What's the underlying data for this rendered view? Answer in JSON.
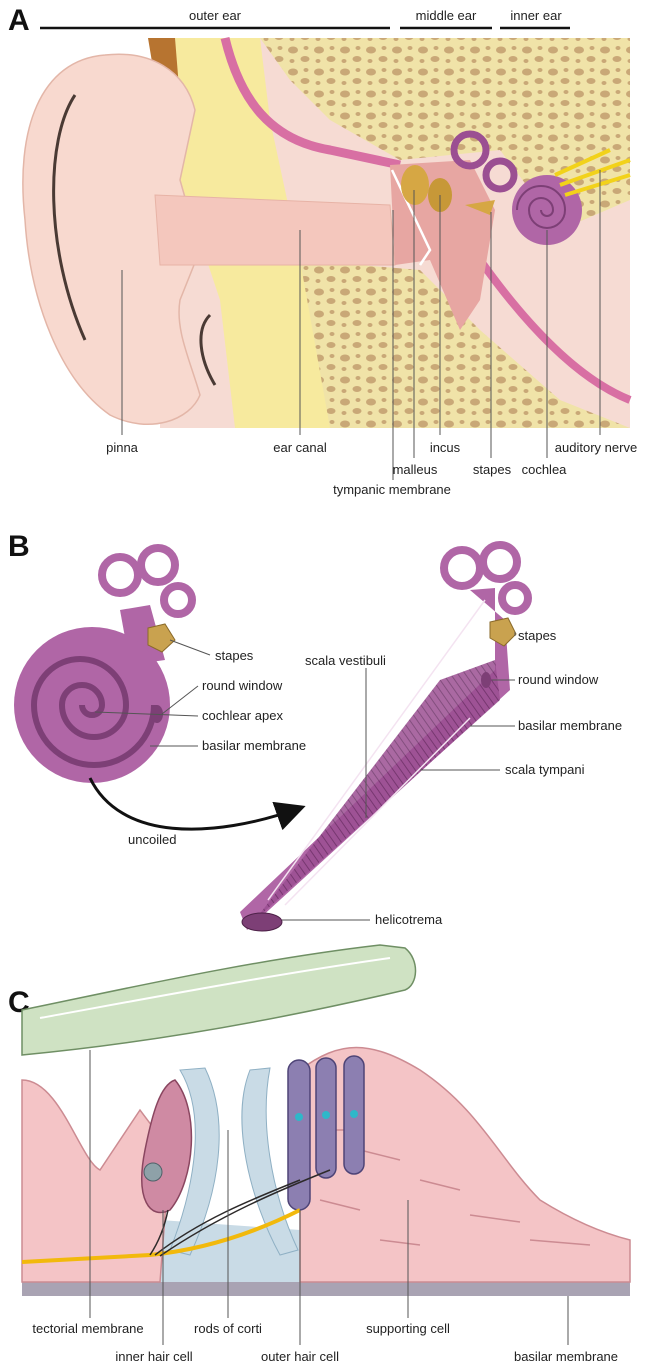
{
  "panels": {
    "a": {
      "letter": "A",
      "regions": {
        "outer_ear": "outer ear",
        "middle_ear": "middle ear",
        "inner_ear": "inner ear"
      },
      "labels": {
        "pinna": "pinna",
        "ear_canal": "ear canal",
        "incus": "incus",
        "malleus": "malleus",
        "tympanic_membrane": "tympanic membrane",
        "stapes": "stapes",
        "cochlea": "cochlea",
        "auditory_nerve": "auditory nerve"
      }
    },
    "b": {
      "letter": "B",
      "left_labels": {
        "stapes": "stapes",
        "round_window": "round window",
        "cochlear_apex": "cochlear apex",
        "basilar_membrane": "basilar membrane"
      },
      "arrow_label": "uncoiled",
      "right_labels": {
        "scala_vestibuli": "scala vestibuli",
        "stapes": "stapes",
        "round_window": "round window",
        "basilar_membrane": "basilar membrane",
        "scala_tympani": "scala tympani",
        "helicotrema": "helicotrema"
      }
    },
    "c": {
      "letter": "C",
      "labels": {
        "tectorial_membrane": "tectorial membrane",
        "rods_of_corti": "rods of corti",
        "supporting_cell": "supporting cell",
        "inner_hair_cell": "inner hair cell",
        "outer_hair_cell": "outer hair cell",
        "basilar_membrane": "basilar membrane"
      }
    }
  },
  "colors": {
    "skin": "#f8d9cf",
    "bone": "#f0e3a8",
    "fat": "#f7ea9e",
    "cochlea": "#b066a6",
    "nerve": "#f2d21a",
    "tectorial": "#cfe2c3",
    "outer_hair_cell": "#8c7fb1",
    "inner_hair_cell": "#cf8aa3",
    "supporting": "#f4c4c6"
  }
}
